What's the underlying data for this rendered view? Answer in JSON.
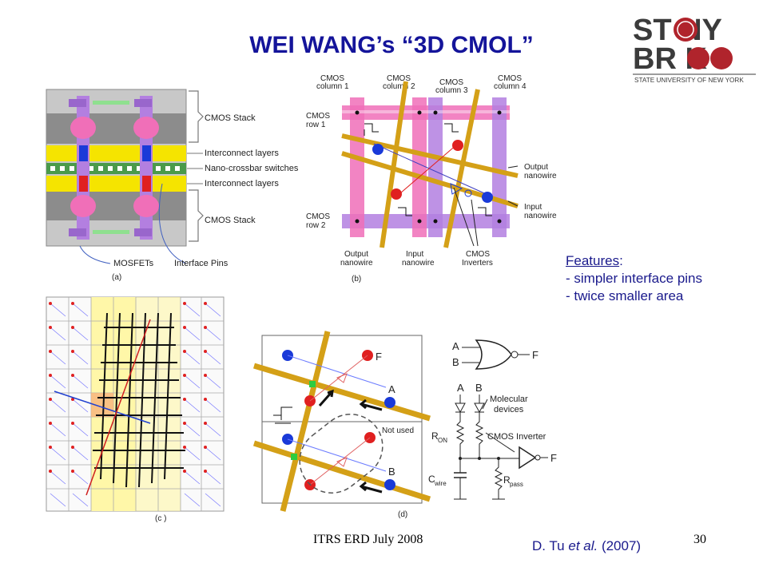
{
  "slide": {
    "title": "WEI WANG’s “3D CMOL”",
    "footer_left": "ITRS ERD July 2008",
    "page_number": "30",
    "citation": {
      "authors": "D. Tu ",
      "etal": "et al.",
      "year": " (2007)"
    }
  },
  "logo": {
    "line1": "ST NY",
    "line2": "BR  K",
    "subtitle": "STATE UNIVERSITY OF NEW YORK",
    "colors": {
      "text": "#3b3b3b",
      "accent": "#b0242c"
    }
  },
  "features": {
    "heading": "Features",
    "colon": ":",
    "items": [
      "- simpler interface pins",
      "- twice smaller area"
    ]
  },
  "figure_a": {
    "labels": [
      "CMOS Stack",
      "Interconnect layers",
      "Nano-crossbar switches",
      "Interconnect layers",
      "CMOS Stack"
    ],
    "bottom_labels": [
      "MOSFETs",
      "Interface Pins"
    ],
    "caption": "(a)"
  },
  "figure_b": {
    "columns": [
      "CMOS column 1",
      "CMOS column 2",
      "CMOS column 3",
      "CMOS column 4"
    ],
    "col_line1": [
      "CMOS",
      "CMOS",
      "CMOS",
      "CMOS"
    ],
    "col_line2": [
      "column 1",
      "column 2",
      "column 3",
      "column 4"
    ],
    "rows": [
      "CMOS",
      "row 1",
      "CMOS",
      "row 2"
    ],
    "right": [
      "Output",
      "nanowire",
      "Input",
      "nanowire"
    ],
    "bottom": [
      "Output",
      "nanowire",
      "Input",
      "nanowire",
      "CMOS",
      "Inverters"
    ],
    "caption": "(b)"
  },
  "figure_c": {
    "caption": "(c )"
  },
  "figure_d": {
    "labels": {
      "F1": "F",
      "A": "A",
      "B": "B",
      "not_used": "Not used"
    },
    "caption": "(d)"
  },
  "figure_e": {
    "gate_inputs": [
      "A",
      "B"
    ],
    "gate_output": "F",
    "molecular": [
      "Molecular",
      "devices"
    ],
    "inv_label": "CMOS Inverter",
    "ron": "R",
    "ron_sub": "ON",
    "cwire": "C",
    "cwire_sub": "wire",
    "rpass": "R",
    "rpass_sub": "pass",
    "out": "F"
  },
  "colors": {
    "title": "#14149a",
    "text_blue": "#1a1a8c",
    "pink": "#f06fb8",
    "purple": "#b37fe0",
    "yellow": "#f5e400",
    "nanowire": "#d4a017",
    "red_dot": "#e02020",
    "blue_dot": "#1a3ad8"
  }
}
